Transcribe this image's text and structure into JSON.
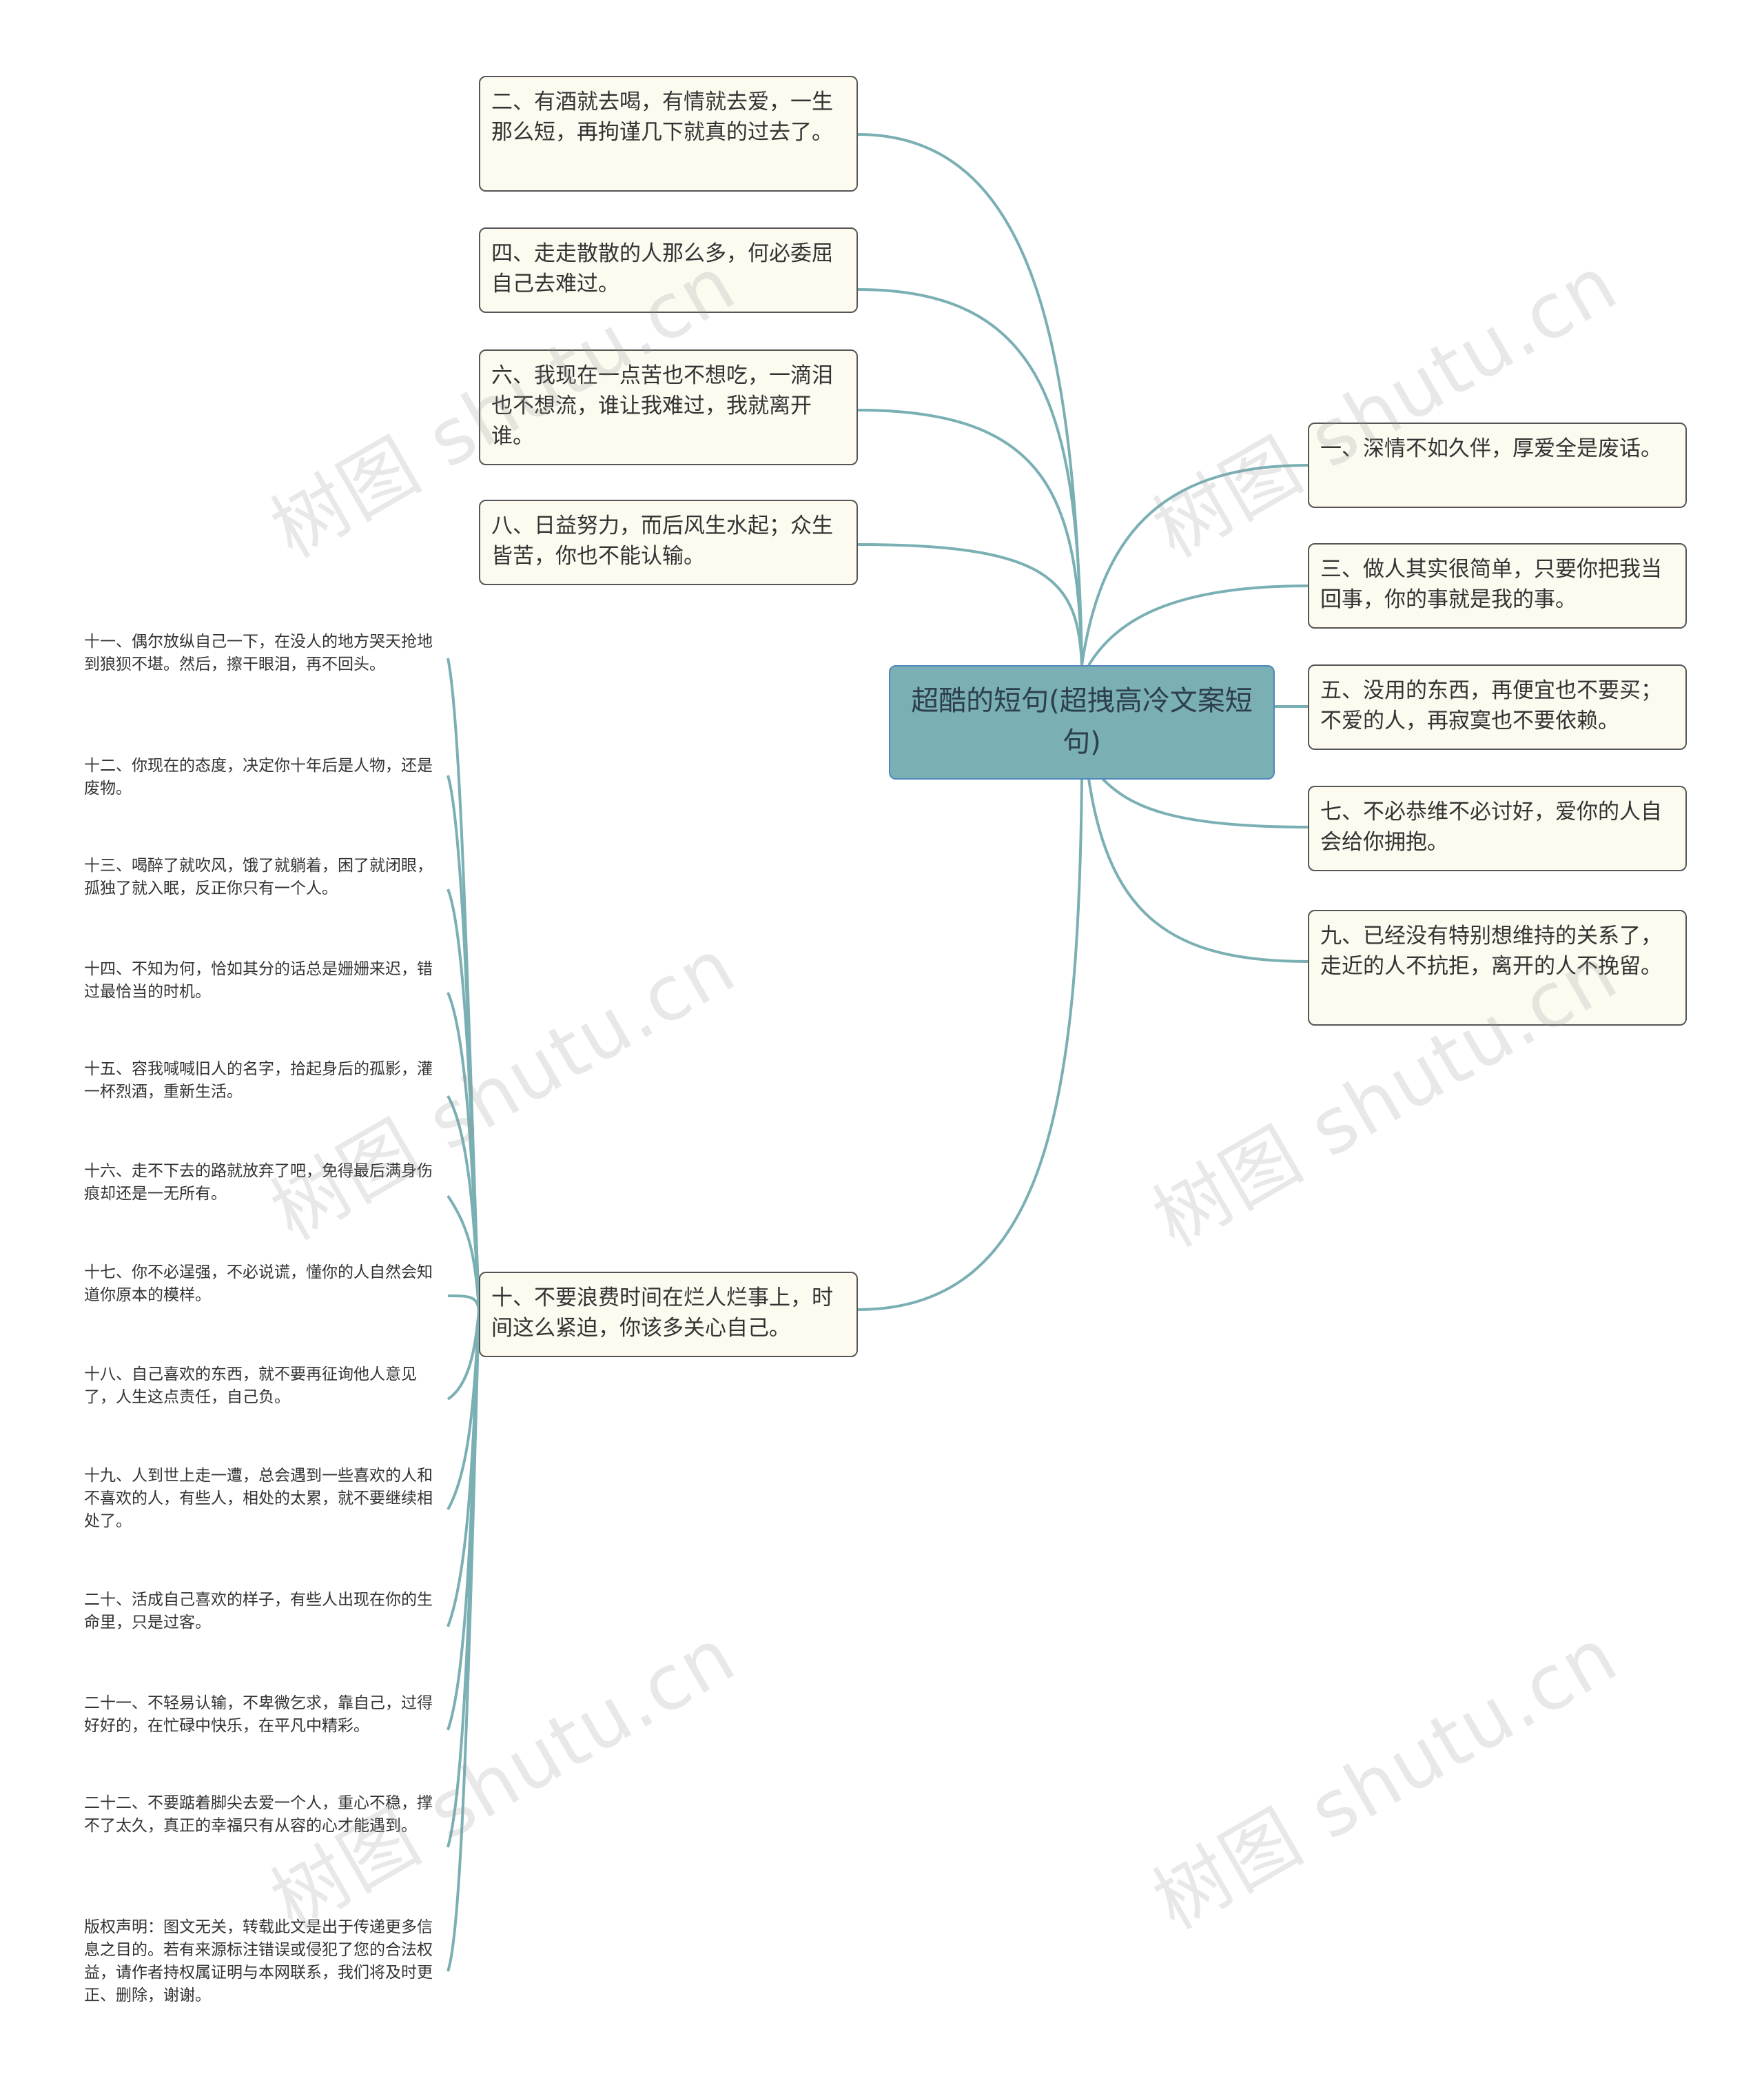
{
  "root": {
    "title": "超酷的短句(超拽高冷文案短句)"
  },
  "left_branches": [
    "二、有酒就去喝，有情就去爱，一生那么短，再拘谨几下就真的过去了。",
    "四、走走散散的人那么多，何必委屈自己去难过。",
    "六、我现在一点苦也不想吃，一滴泪也不想流，谁让我难过，我就离开谁。",
    "八、日益努力，而后风生水起；众生皆苦，你也不能认输。",
    "十、不要浪费时间在烂人烂事上，时间这么紧迫，你该多关心自己。"
  ],
  "right_branches": [
    "一、深情不如久伴，厚爱全是废话。",
    "三、做人其实很简单，只要你把我当回事，你的事就是我的事。",
    "五、没用的东西，再便宜也不要买；不爱的人，再寂寞也不要依赖。",
    "七、不必恭维不必讨好，爱你的人自会给你拥抱。",
    "九、已经没有特别想维持的关系了，走近的人不抗拒，离开的人不挽留。"
  ],
  "sub_items": [
    "十一、偶尔放纵自己一下，在没人的地方哭天抢地到狼狈不堪。然后，擦干眼泪，再不回头。",
    "十二、你现在的态度，决定你十年后是人物，还是废物。",
    "十三、喝醉了就吹风，饿了就躺着，困了就闭眼，孤独了就入眠，反正你只有一个人。",
    "十四、不知为何，恰如其分的话总是姗姗来迟，错过最恰当的时机。",
    "十五、容我喊喊旧人的名字，拾起身后的孤影，灌一杯烈酒，重新生活。",
    "十六、走不下去的路就放弃了吧，免得最后满身伤痕却还是一无所有。",
    "十七、你不必逞强，不必说谎，懂你的人自然会知道你原本的模样。",
    "十八、自己喜欢的东西，就不要再征询他人意见了，人生这点责任，自己负。",
    "十九、人到世上走一遭，总会遇到一些喜欢的人和不喜欢的人，有些人，相处的太累，就不要继续相处了。",
    "二十、活成自己喜欢的样子，有些人出现在你的生命里，只是过客。",
    "二十一、不轻易认输，不卑微乞求，靠自己，过得好好的，在忙碌中快乐，在平凡中精彩。",
    "二十二、不要踮着脚尖去爱一个人，重心不稳，撑不了太久，真正的幸福只有从容的心才能遇到。",
    "版权声明：图文无关，转载此文是出于传递更多信息之目的。若有来源标注错误或侵犯了您的合法权益，请作者持权属证明与本网联系，我们将及时更正、删除，谢谢。"
  ],
  "watermark": "树图 shutu.cn",
  "colors": {
    "link": "#7aafb3",
    "root_fill": "#7aafb3",
    "node_fill": "#fdfaf0"
  }
}
